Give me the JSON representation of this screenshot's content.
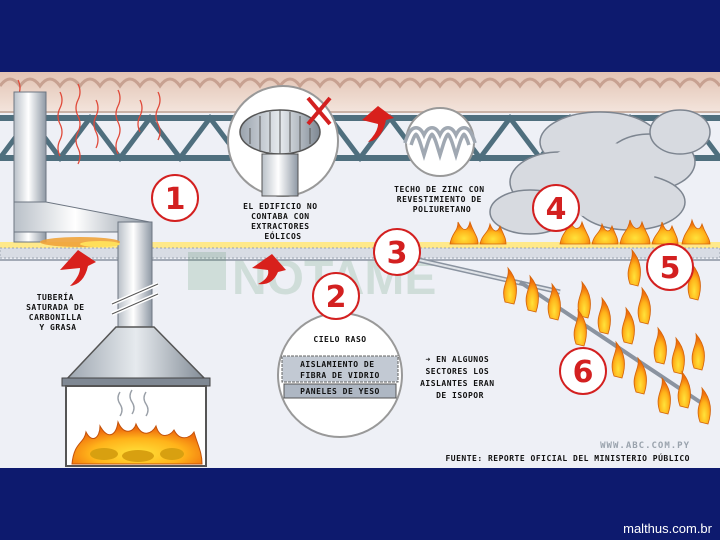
{
  "labels": {
    "fan_note": [
      "EL EDIFICIO NO",
      "CONTABA CON",
      "EXTRACTORES",
      "EÓLICOS"
    ],
    "roof_note": [
      "TECHO DE ZINC CON",
      "REVESTIMIENTO DE",
      "POLIURETANO"
    ],
    "pipe_note": [
      "TUBERÍA",
      "SATURADA DE",
      "CARBONILLA",
      "Y GRASA"
    ],
    "ceiling_layer_1": "CIELO RASO",
    "ceiling_layer_2": [
      "AISLAMIENTO DE",
      "FIBRA DE VIDRIO"
    ],
    "ceiling_layer_3": "PANELES DE YESO",
    "isopor_note": [
      "➜ EN ALGUNOS",
      "SECTORES LOS",
      "AISLANTES ERAN",
      "DE ISOPOR"
    ],
    "website": "WWW.ABC.COM.PY",
    "source": "FUENTE: REPORTE OFICIAL DEL MINISTERIO PÚBLICO",
    "watermark": "NOTAME"
  },
  "markers": [
    "1",
    "2",
    "3",
    "4",
    "5",
    "6"
  ],
  "credit": "malthus.com.br",
  "colors": {
    "background": "#0d1a6e",
    "marker_red": "#d32020",
    "truss": "#4f6f7e",
    "fire_orange": "#f28a12",
    "fire_yellow": "#ffd21f"
  }
}
